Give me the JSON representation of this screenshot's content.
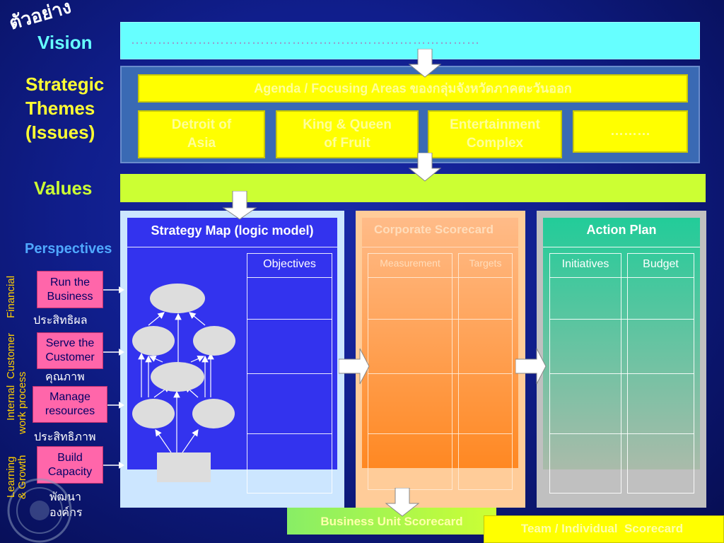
{
  "labels": {
    "example": "ตัวอย่าง",
    "vision": "Vision",
    "strategic_themes": [
      "Strategic",
      "Themes",
      "(Issues)"
    ],
    "values": "Values",
    "perspectives": "Perspectives"
  },
  "vision_bar": {
    "text": "……………………………………………………………………"
  },
  "agenda": {
    "text": "Agenda / Focusing Areas ของกลุ่มจังหวัดภาคตะวันออก"
  },
  "themes": [
    {
      "line1": "Detroit of",
      "line2": "Asia"
    },
    {
      "line1": "King & Queen",
      "line2": "of Fruit"
    },
    {
      "line1": "Entertainment",
      "line2": "Complex"
    },
    {
      "line1": "………",
      "line2": ""
    }
  ],
  "perspective_items": [
    {
      "box": [
        "Run the",
        "Business"
      ],
      "thai": "ประสิทธิผล",
      "side": "Financial"
    },
    {
      "box": [
        "Serve the",
        "Customer"
      ],
      "thai": "คุณภาพ",
      "side": "Customer"
    },
    {
      "box": [
        "Manage",
        "resources"
      ],
      "thai": "ประสิทธิภาพ",
      "side": [
        "Internal",
        "work process"
      ]
    },
    {
      "box": [
        "Build",
        "Capacity"
      ],
      "thai": [
        "พัฒนา",
        "องค์กร"
      ],
      "side": [
        "Learning",
        "& Growth"
      ]
    }
  ],
  "strategy_map": {
    "title": "Strategy Map (logic model)",
    "column": "Objectives"
  },
  "corporate": {
    "title": "Corporate Scorecard",
    "col1": "Measurement",
    "col2": "Targets"
  },
  "action_plan": {
    "title": "Action Plan",
    "col1": "Initiatives",
    "col2": "Budget"
  },
  "bottom": {
    "business_unit": "Business Unit Scorecard",
    "team": "Team / Individual  Scorecard"
  },
  "colors": {
    "vision": "#66ffff",
    "values": "#ccff33",
    "yellow": "#ffff00",
    "pink": "#ff66aa",
    "blue_panel": "#3333ee",
    "orange": "#ff9933",
    "green": "#22cc99"
  }
}
